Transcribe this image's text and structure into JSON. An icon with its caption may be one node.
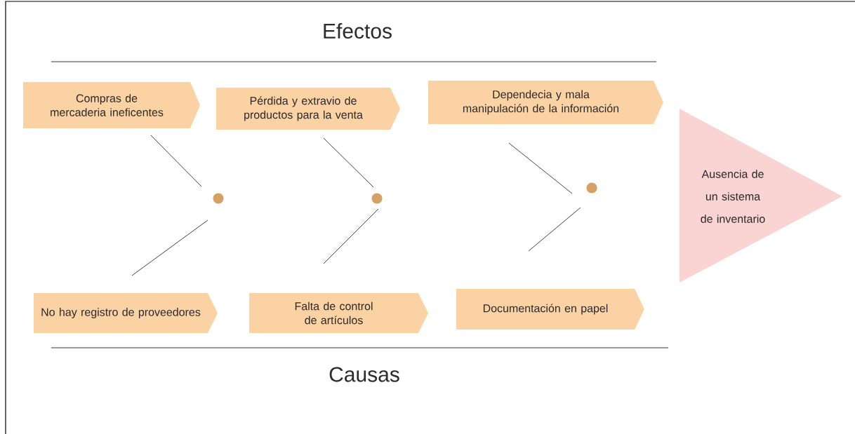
{
  "diagram": {
    "title": "Efectos",
    "nodes": [
      {
        "text": [
          "Compras de mercaderia ineficentes"
        ]
      },
      {
        "text": [
          "Pérdida y extravio de productos para la venta"
        ]
      },
      {
        "text": [
          "Dependecia y mala manipulación de la información"
        ]
      },
      {
        "text": [
          "No hay registro de proveedores"
        ]
      },
      {
        "text": [
          "Falta de control de artículos"
        ]
      },
      {
        "text": [
          "Documentación en papel"
        ]
      },
      {
        "text": [
          "Ausencia de un sistema de inventario"
        ]
      }
    ],
    "labels": [
      "Causas"
    ]
  }
}
